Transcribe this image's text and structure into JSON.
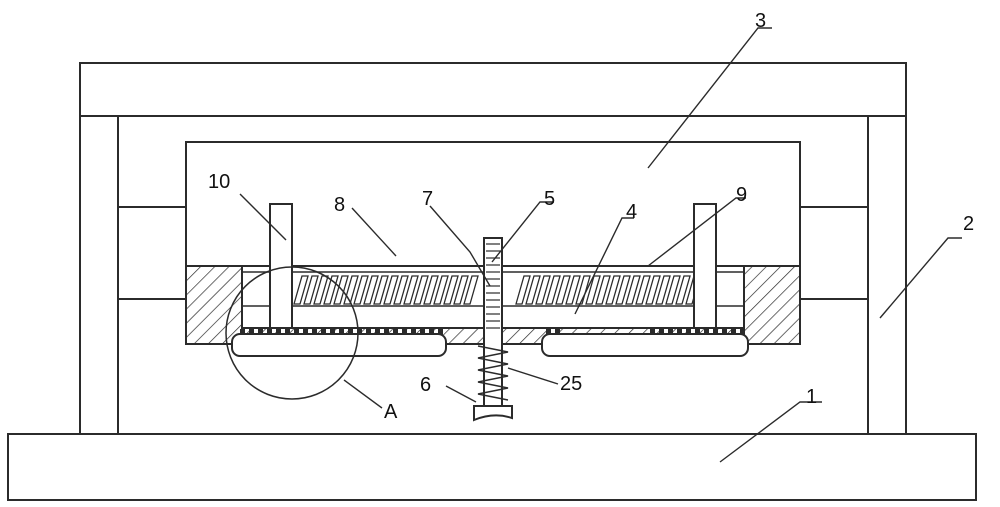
{
  "labels": {
    "part_1": "1",
    "part_2": "2",
    "part_3": "3",
    "part_4": "4",
    "part_5": "5",
    "part_6": "6",
    "part_7": "7",
    "part_8": "8",
    "part_9": "9",
    "part_10": "10",
    "part_25": "25",
    "detail_a": "A"
  },
  "colors": {
    "line": "#2b2b2b",
    "background": "#ffffff"
  }
}
